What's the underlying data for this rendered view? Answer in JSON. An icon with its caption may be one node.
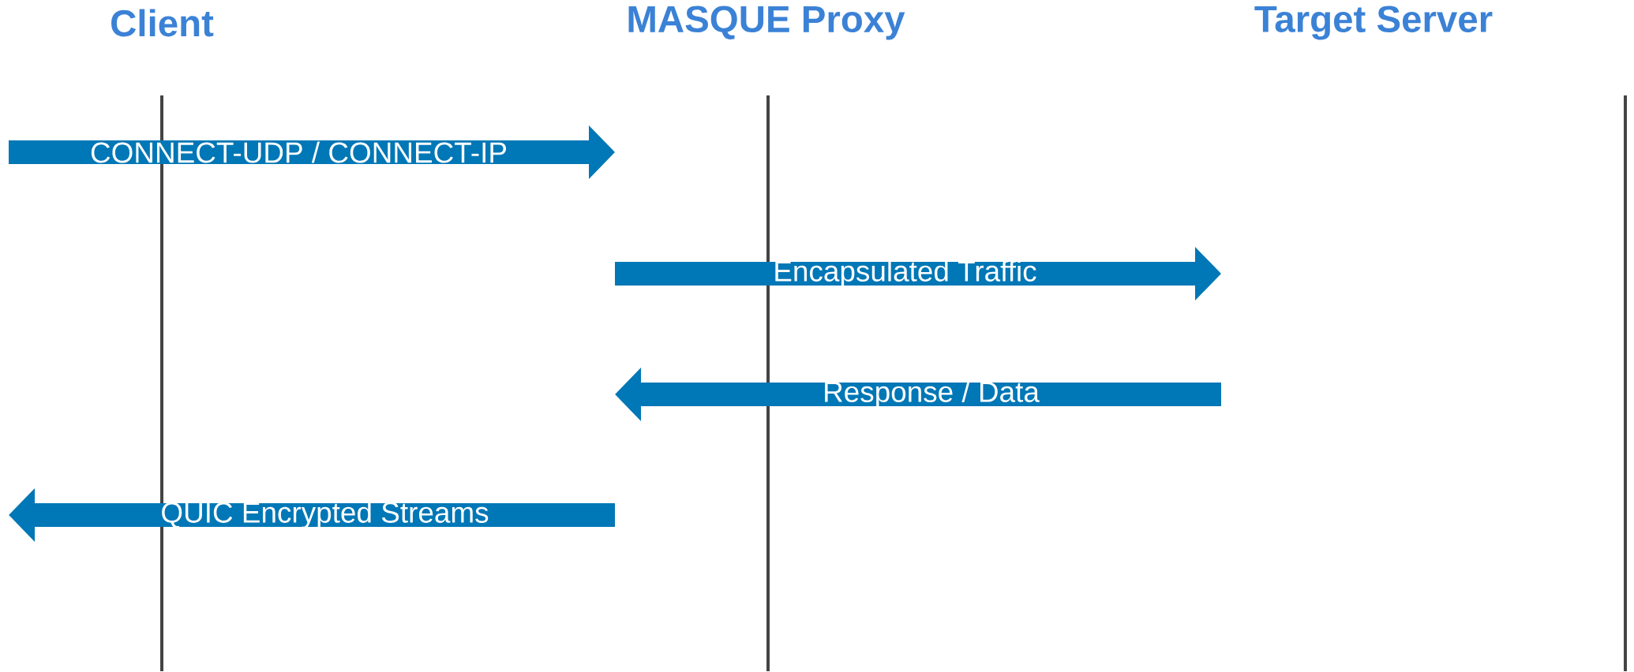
{
  "diagram": {
    "nodes": [
      {
        "text": [
          "CONNECT-UDP / CONNECT-IP"
        ]
      },
      {
        "text": [
          "Encapsulated Traffic"
        ]
      },
      {
        "text": [
          "Response / Data"
        ]
      },
      {
        "text": [
          "QUIC Encrypted Streams"
        ]
      }
    ],
    "labels": [
      "Client",
      "MASQUE Proxy",
      "Target Server"
    ]
  }
}
